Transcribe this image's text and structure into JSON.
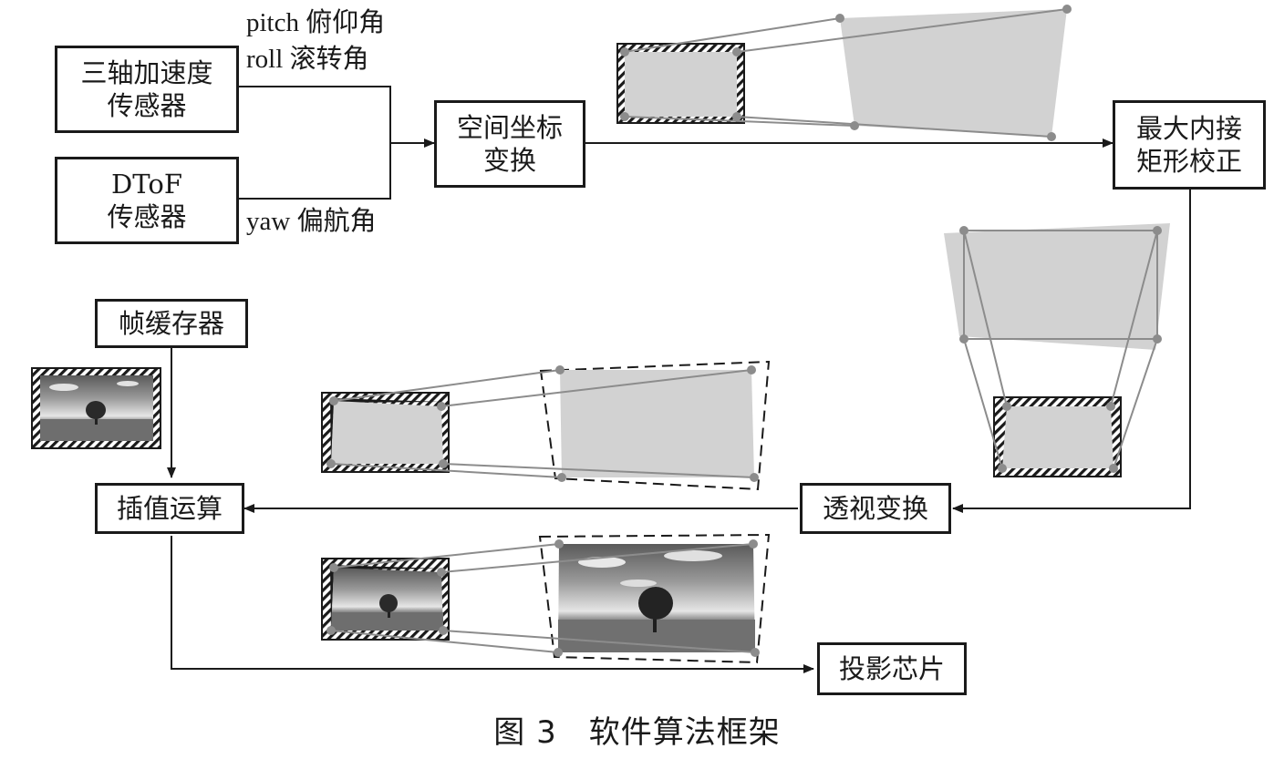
{
  "nodes": {
    "accel": "三轴加速度\n传感器",
    "dtof": "DToF\n传感器",
    "coord": "空间坐标\n变换",
    "maxrect": "最大内接\n矩形校正",
    "framebuf": "帧缓存器",
    "interp": "插值运算",
    "persp": "透视变换",
    "proj": "投影芯片"
  },
  "labels": {
    "pitch": "pitch 俯仰角",
    "roll": "roll 滚转角",
    "yaw": "yaw 偏航角"
  },
  "caption": "图 3　软件算法框架",
  "colors": {
    "line": "#1a1a1a",
    "fill": "#d2d2d2",
    "connector": "#8c8c8c"
  }
}
